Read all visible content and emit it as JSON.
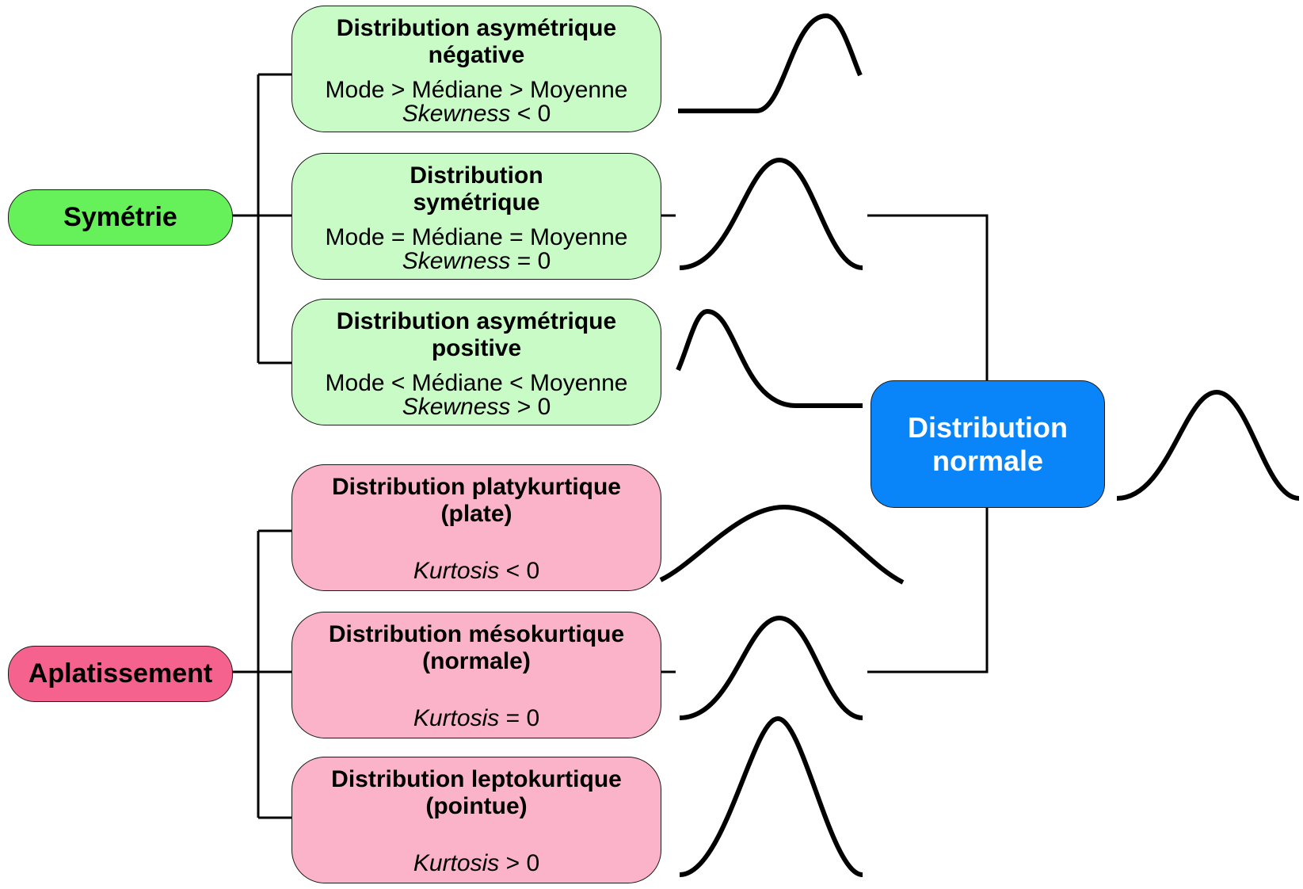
{
  "roots": {
    "symmetry": "Symétrie",
    "kurtosis": "Aplatissement",
    "normal_line1": "Distribution",
    "normal_line2": "normale"
  },
  "symmetry_boxes": [
    {
      "title1": "Distribution asymétrique",
      "title2": "négative",
      "relation": "Mode > Médiane > Moyenne",
      "measure": "Skewness",
      "cond": " < 0"
    },
    {
      "title1": "Distribution",
      "title2": "symétrique",
      "relation": "Mode = Médiane = Moyenne",
      "measure": "Skewness",
      "cond": " = 0"
    },
    {
      "title1": "Distribution asymétrique",
      "title2": "positive",
      "relation": "Mode < Médiane < Moyenne",
      "measure": "Skewness",
      "cond": " > 0"
    }
  ],
  "kurtosis_boxes": [
    {
      "title1": "Distribution platykurtique",
      "title2": "(plate)",
      "measure": "Kurtosis",
      "cond": " < 0"
    },
    {
      "title1": "Distribution mésokurtique",
      "title2": "(normale)",
      "measure": "Kurtosis",
      "cond": " = 0"
    },
    {
      "title1": "Distribution leptokurtique",
      "title2": "(pointue)",
      "measure": "Kurtosis",
      "cond": " > 0"
    }
  ],
  "colors": {
    "symmetry_root": "#66f05a",
    "symmetry_box": "#c9fbc6",
    "kurtosis_root": "#f5628e",
    "kurtosis_box": "#fbb3c9",
    "normal_box": "#0a84f9",
    "lines": "#000000"
  },
  "icons": [
    "negative-skew-curve-icon",
    "symmetric-curve-icon",
    "positive-skew-curve-icon",
    "platykurtic-curve-icon",
    "mesokurtic-curve-icon",
    "leptokurtic-curve-icon",
    "normal-curve-icon"
  ]
}
